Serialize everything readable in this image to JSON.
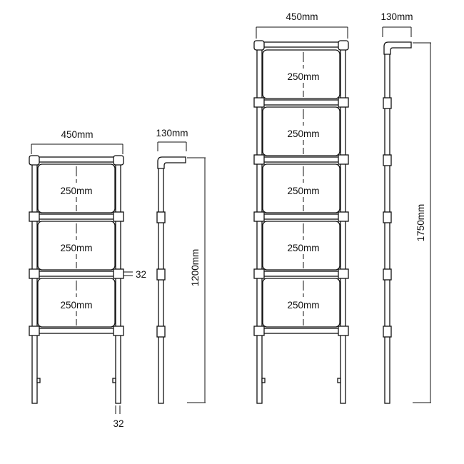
{
  "small_front": {
    "width_label": "450mm",
    "shelf_labels": [
      "250mm",
      "250mm",
      "250mm"
    ],
    "pipe_label_side": "32",
    "pipe_label_bottom": "32"
  },
  "small_side": {
    "depth_label": "130mm",
    "height_label": "1200mm"
  },
  "large_front": {
    "width_label": "450mm",
    "shelf_labels": [
      "250mm",
      "250mm",
      "250mm",
      "250mm",
      "250mm"
    ]
  },
  "large_side": {
    "depth_label": "130mm",
    "height_label": "1750mm"
  },
  "colors": {
    "line": "#111111",
    "background": "#ffffff"
  }
}
